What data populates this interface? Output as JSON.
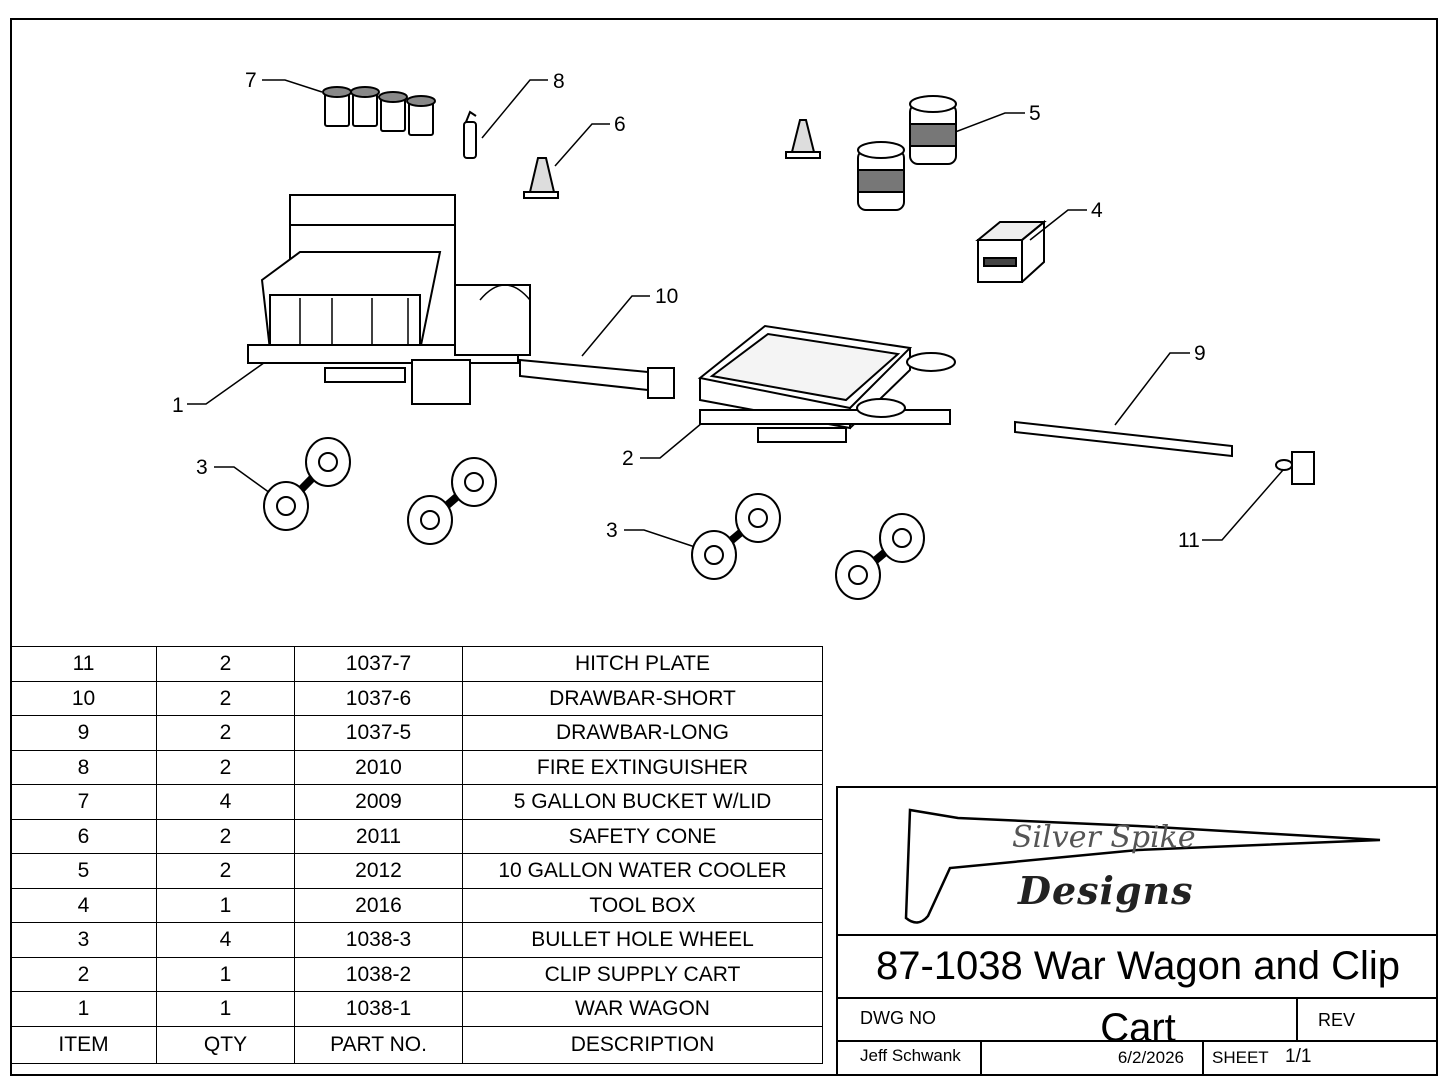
{
  "callouts": [
    "7",
    "8",
    "6",
    "5",
    "4",
    "10",
    "1",
    "9",
    "2",
    "3",
    "3",
    "11"
  ],
  "bom": {
    "headers": [
      "ITEM",
      "QTY",
      "PART NO.",
      "DESCRIPTION"
    ],
    "rows": [
      [
        "11",
        "2",
        "1037-7",
        "HITCH PLATE"
      ],
      [
        "10",
        "2",
        "1037-6",
        "DRAWBAR-SHORT"
      ],
      [
        "9",
        "2",
        "1037-5",
        "DRAWBAR-LONG"
      ],
      [
        "8",
        "2",
        "2010",
        "FIRE EXTINGUISHER"
      ],
      [
        "7",
        "4",
        "2009",
        "5 GALLON BUCKET W/LID"
      ],
      [
        "6",
        "2",
        "2011",
        "SAFETY CONE"
      ],
      [
        "5",
        "2",
        "2012",
        "10 GALLON WATER COOLER"
      ],
      [
        "4",
        "1",
        "2016",
        "TOOL BOX"
      ],
      [
        "3",
        "4",
        "1038-3",
        "BULLET HOLE WHEEL"
      ],
      [
        "2",
        "1",
        "1038-2",
        "CLIP SUPPLY CART"
      ],
      [
        "1",
        "1",
        "1038-1",
        "WAR WAGON"
      ]
    ]
  },
  "title_block": {
    "logo_line1": "Silver Spike",
    "logo_line2": "Designs",
    "title": "87-1038 War Wagon and Clip Cart",
    "dwg_no_label": "DWG NO",
    "rev_label": "REV",
    "author": "Jeff Schwank",
    "date": "6/2/2026",
    "sheet_label": "SHEET",
    "sheet_value": "1/1"
  }
}
